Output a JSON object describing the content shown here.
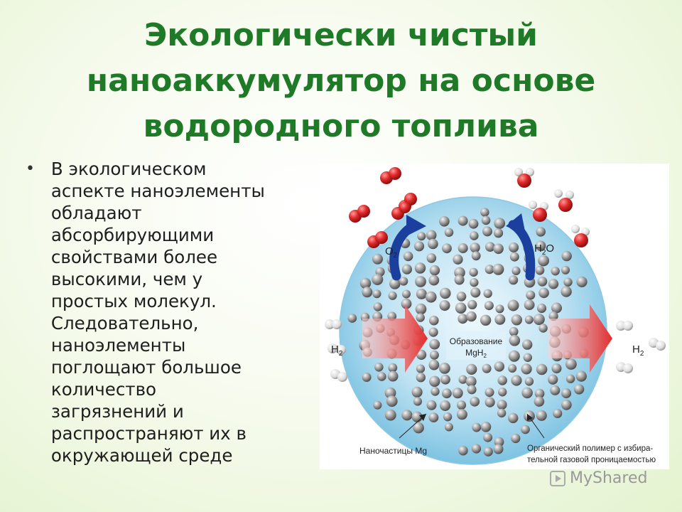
{
  "title": {
    "lines": [
      "Экологически чистый",
      "наноаккумулятор на основе",
      "водородного топлива"
    ]
  },
  "body": {
    "bullet": "•",
    "lines": [
      "В экологическом",
      "аспекте наноэлементы",
      "обладают",
      "абсорбирующими",
      "свойствами более",
      "высокими, чем у",
      "простых молекул.",
      "Следовательно,",
      "наноэлементы",
      "поглощают большое",
      "количество",
      "загрязнений и",
      "распространяют их в",
      "окружающей среде"
    ]
  },
  "diagram": {
    "center_label_1": "Образование",
    "center_label_2": "MgH",
    "center_label_2_sub": "2",
    "o2": "O",
    "o2_sub": "2",
    "h2o_a": "H",
    "h2o_sub": "2",
    "h2o_b": "O",
    "h2_left": "H",
    "h2_left_sub": "2",
    "h2_right": "H",
    "h2_right_sub": "2",
    "caption_left": "Наночастицы Mg",
    "caption_right_1": "Органический полимер с избира-",
    "caption_right_2": "тельной газовой проницаемостью"
  },
  "watermark": {
    "text": "MyShared"
  },
  "colors": {
    "title": "#1f7a27",
    "text": "#1e1e1e",
    "sphere": "#9fd6ee",
    "particle": "#9a9a9a",
    "oxygen": "#d8262b",
    "arrow_red": "#e03a3a",
    "arrow_blue": "#1b3f9c"
  }
}
